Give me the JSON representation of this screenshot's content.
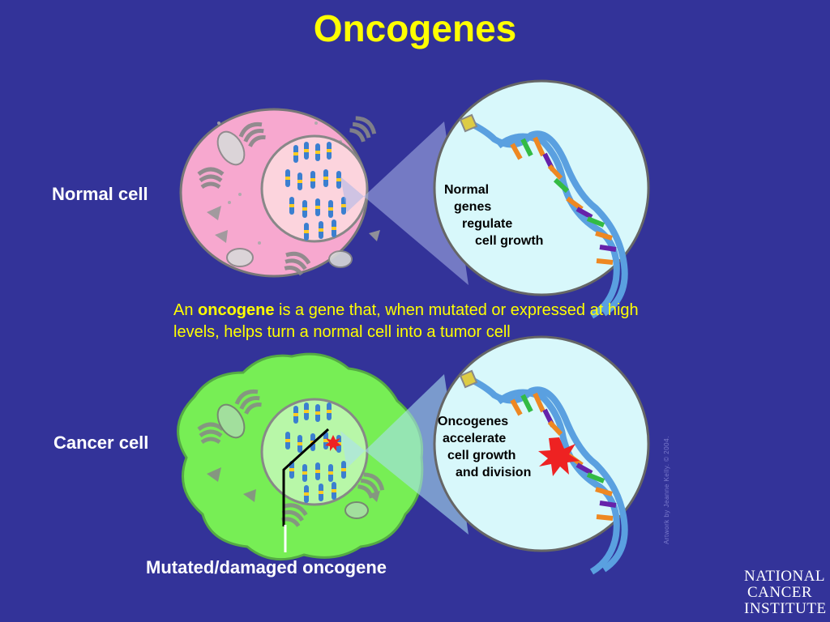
{
  "title": "Oncogenes",
  "labels": {
    "normal_cell": "Normal cell",
    "cancer_cell": "Cancer cell",
    "mutated": "Mutated/damaged oncogene"
  },
  "definition": {
    "prefix": "An ",
    "term": "oncogene",
    "rest": " is a gene that, when mutated or expressed at high levels, helps turn a normal cell into a tumor cell"
  },
  "normal_zoom": {
    "line1": "Normal",
    "line2": "genes",
    "line3": "regulate",
    "line4": "cell growth"
  },
  "cancer_zoom": {
    "line1": "Oncogenes",
    "line2": "accelerate",
    "line3": "cell growth",
    "line4": "and division"
  },
  "credit": "Artwork by Jeanne Kelly. © 2004.",
  "logo": {
    "line1": "National",
    "line2": "Cancer",
    "line3": "Institute"
  },
  "colors": {
    "background": "#333399",
    "title": "#ffff00",
    "normal_cytoplasm": "#f7a8cf",
    "cancer_cytoplasm": "#77ee55",
    "zoom_circle": "#d8f8fb",
    "mutation_star": "#ee2222"
  }
}
